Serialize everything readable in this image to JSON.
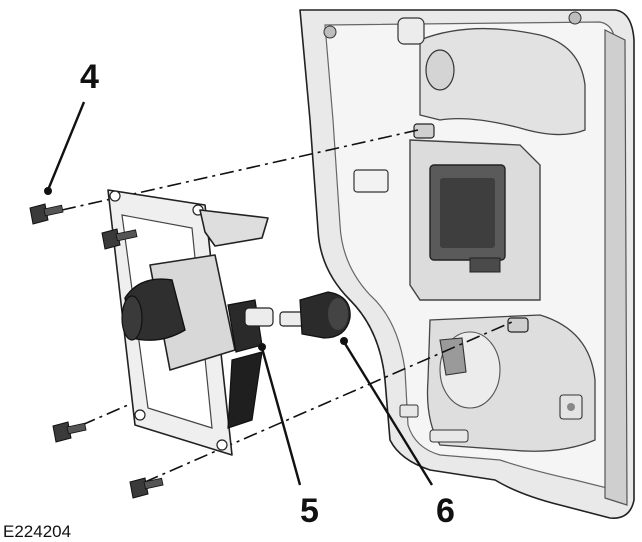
{
  "figure": {
    "callouts": [
      {
        "id": "4",
        "label": "4"
      },
      {
        "id": "5",
        "label": "5"
      },
      {
        "id": "6",
        "label": "6"
      }
    ],
    "reference_code": "E224204"
  }
}
